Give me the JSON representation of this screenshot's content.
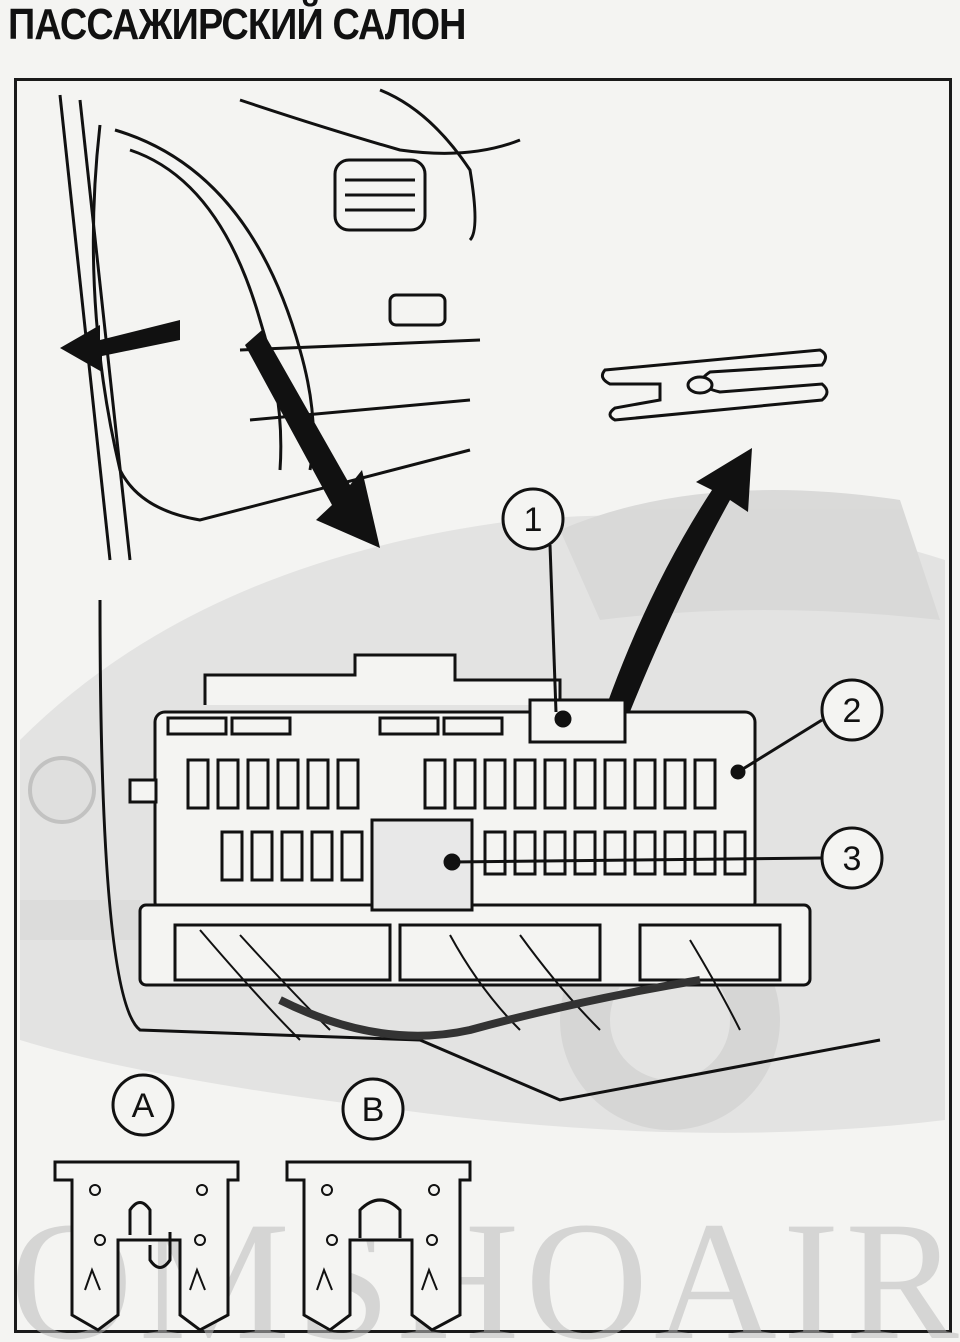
{
  "title": "ПАССАЖИРСКИЙ САЛОН",
  "callouts": [
    "1",
    "2",
    "3"
  ],
  "fuse_labels": [
    "A",
    "B"
  ],
  "watermark": "OMSHOAIR",
  "colors": {
    "ink": "#111111",
    "background": "#f4f4f2",
    "watermark": "#bdbdbd",
    "car_tint": "#d6d6d6"
  }
}
